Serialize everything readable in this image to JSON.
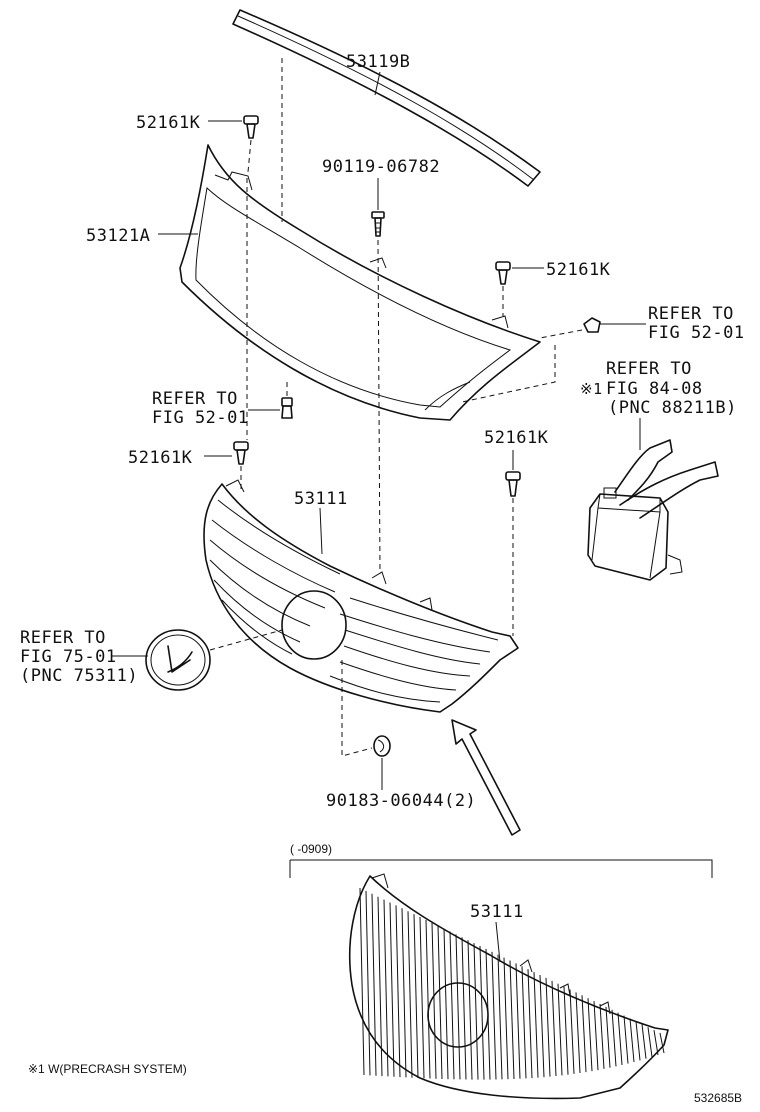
{
  "labels": {
    "molding": "53119B",
    "clip_top": "52161K",
    "screw_top": "90119-06782",
    "frame": "53121A",
    "clip_right": "52161K",
    "refer_5201_a_1": "REFER TO",
    "refer_5201_a_2": "FIG 52-01",
    "refer_8408_1": "REFER TO",
    "refer_8408_2": "FIG 84-08",
    "refer_8408_3": "(PNC 88211B)",
    "refer_8408_mark": "※1",
    "refer_5201_b_1": "REFER TO",
    "refer_5201_b_2": "FIG 52-01",
    "clip_left": "52161K",
    "grille": "53111",
    "clip_right_lower": "52161K",
    "refer_7501_1": "REFER TO",
    "refer_7501_2": "FIG 75-01",
    "refer_7501_3": "(PNC 75311)",
    "nut": "90183-06044(2)",
    "range": "(      -0909)",
    "grille_alt": "53111",
    "footnote": "※1 W(PRECRASH SYSTEM)",
    "diagram_id": "532685B"
  }
}
